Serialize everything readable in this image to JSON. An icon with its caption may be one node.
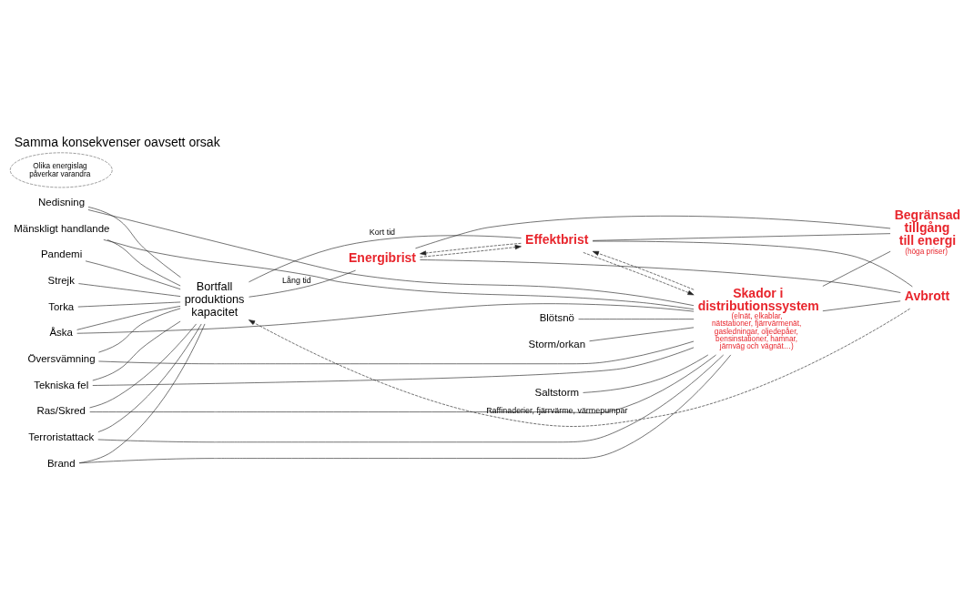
{
  "diagram": {
    "title": "Samma konsekvenser oavsett orsak",
    "nodes": [
      {
        "text": [
          "Torka"
        ]
      },
      {
        "text": [
          "Storm/orkan"
        ]
      },
      {
        "text": [
          "Ras/Skred"
        ]
      },
      {
        "text": [
          "Brand"
        ]
      },
      {
        "text": [
          "Nedisning"
        ]
      },
      {
        "text": [
          "Saltstorm"
        ]
      },
      {
        "text": [
          "Åska"
        ]
      },
      {
        "text": [
          "Översvämning"
        ]
      },
      {
        "text": [
          "Blötsnö"
        ]
      },
      {
        "text": [
          "Pandemi"
        ]
      },
      {
        "text": [
          "Strejk"
        ]
      },
      {
        "text": [
          "Tekniska fel"
        ]
      },
      {
        "text": [
          "Terroristattack"
        ]
      },
      {
        "text": [
          "Mänskligt handlande"
        ]
      },
      {
        "text": [
          "Bortfall produktions kapacitet"
        ]
      },
      {
        "text": [
          "Olika energislag påverkar varandra"
        ]
      },
      {
        "text": [
          "Energibrist"
        ]
      },
      {
        "text": [
          "Effektbrist"
        ]
      },
      {
        "text": [
          "Begränsad tillgång till energi",
          "(höga priser)"
        ]
      },
      {
        "text": [
          "Avbrott"
        ]
      },
      {
        "text": [
          "Skador i distributionssystem",
          "(elnät, elkablar, nätstationer, fjärrvärmenät, gasledningar, oljedepåer, bensinstationer, hamnar, järnväg och vägnät…)"
        ]
      }
    ],
    "edges": [
      {
        "from": 0,
        "to": 14,
        "arrow": "none"
      },
      {
        "from": 1,
        "to": 20,
        "arrow": "none"
      },
      {
        "from": 2,
        "to": 14,
        "arrow": "none"
      },
      {
        "from": 2,
        "to": 20,
        "arrow": "none"
      },
      {
        "from": 3,
        "to": 14,
        "arrow": "none"
      },
      {
        "from": 3,
        "to": 20,
        "arrow": "none"
      },
      {
        "from": 4,
        "to": 14,
        "arrow": "none"
      },
      {
        "from": 4,
        "to": 20,
        "arrow": "none"
      },
      {
        "from": 5,
        "to": 20,
        "arrow": "none"
      },
      {
        "from": 6,
        "to": 14,
        "arrow": "none"
      },
      {
        "from": 6,
        "to": 20,
        "arrow": "none"
      },
      {
        "from": 7,
        "to": 14,
        "arrow": "none"
      },
      {
        "from": 7,
        "to": 20,
        "arrow": "none"
      },
      {
        "from": 8,
        "to": 20,
        "arrow": "none"
      },
      {
        "from": 9,
        "to": 14,
        "arrow": "none"
      },
      {
        "from": 10,
        "to": 14,
        "arrow": "none"
      },
      {
        "from": 11,
        "to": 14,
        "arrow": "none"
      },
      {
        "from": 11,
        "to": 20,
        "arrow": "none"
      },
      {
        "from": 12,
        "to": 14,
        "arrow": "none"
      },
      {
        "from": 12,
        "to": 20,
        "arrow": "none"
      },
      {
        "from": 13,
        "to": 14,
        "arrow": "none"
      },
      {
        "from": 13,
        "to": 20,
        "arrow": "none"
      },
      {
        "from": 14,
        "to": 16,
        "label": "Lång tid",
        "arrow": "none"
      },
      {
        "from": 14,
        "to": 17,
        "label": "Kort tid",
        "arrow": "none"
      },
      {
        "from": 16,
        "to": 17,
        "arrow": "to",
        "style": "dashed"
      },
      {
        "from": 17,
        "to": 16,
        "arrow": "to",
        "style": "dashed"
      },
      {
        "from": 17,
        "to": 20,
        "arrow": "to",
        "style": "dashed"
      },
      {
        "from": 20,
        "to": 17,
        "arrow": "to",
        "style": "dashed"
      },
      {
        "from": 19,
        "to": 14,
        "label": "Raffinaderier, fjärrvärme, värmepumpar",
        "arrow": "to",
        "style": "dashed"
      },
      {
        "from": 16,
        "to": 18,
        "arrow": "none"
      },
      {
        "from": 16,
        "to": 19,
        "arrow": "none"
      },
      {
        "from": 17,
        "to": 18,
        "arrow": "none"
      },
      {
        "from": 17,
        "to": 19,
        "arrow": "none"
      },
      {
        "from": 20,
        "to": 18,
        "arrow": "none"
      },
      {
        "from": 20,
        "to": 19,
        "arrow": "none"
      }
    ]
  }
}
